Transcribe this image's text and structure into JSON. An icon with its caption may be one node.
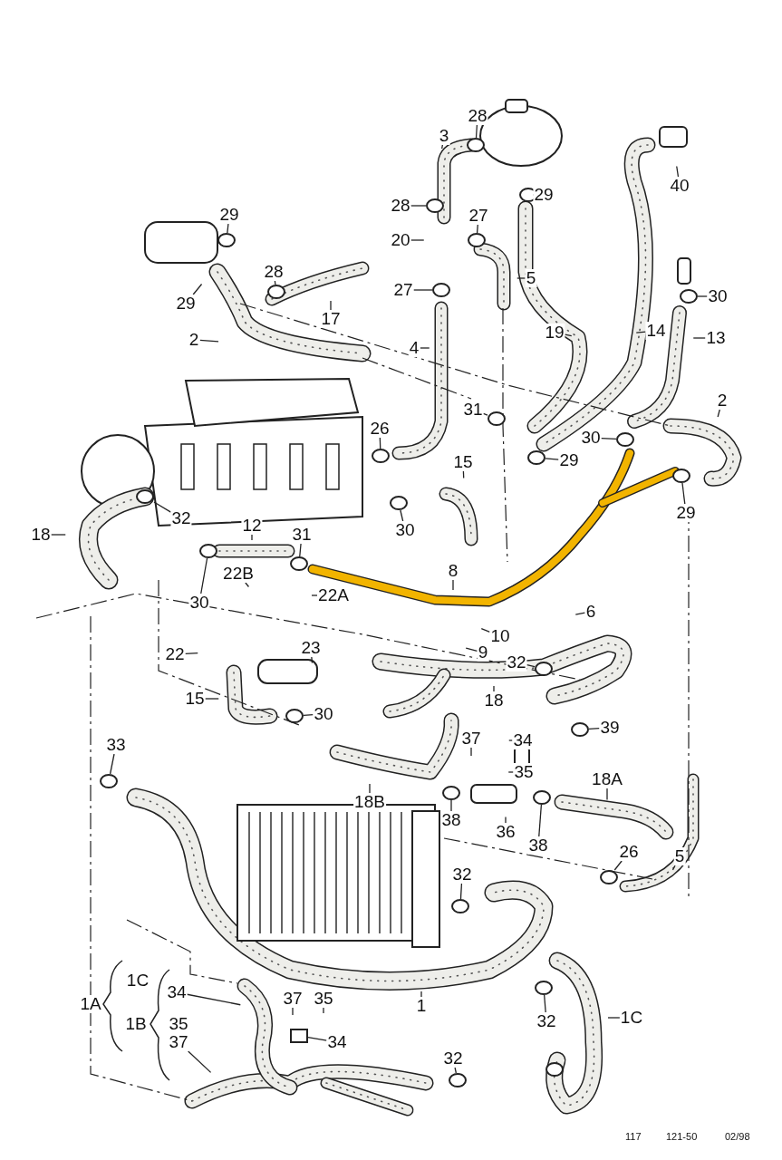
{
  "diagram": {
    "nodes": [
      {
        "text": [
          "28"
        ]
      },
      {
        "text": [
          "3"
        ]
      },
      {
        "text": [
          "40"
        ]
      },
      {
        "text": [
          "29"
        ]
      },
      {
        "text": [
          "28"
        ]
      },
      {
        "text": [
          "29"
        ]
      },
      {
        "text": [
          "27"
        ]
      },
      {
        "text": [
          "20"
        ]
      },
      {
        "text": [
          "28"
        ]
      },
      {
        "text": [
          "27"
        ]
      },
      {
        "text": [
          "5"
        ]
      },
      {
        "text": [
          "30"
        ]
      },
      {
        "text": [
          "29"
        ]
      },
      {
        "text": [
          "17"
        ]
      },
      {
        "text": [
          "19"
        ]
      },
      {
        "text": [
          "14"
        ]
      },
      {
        "text": [
          "13"
        ]
      },
      {
        "text": [
          "2"
        ]
      },
      {
        "text": [
          "4"
        ]
      },
      {
        "text": [
          "2"
        ]
      },
      {
        "text": [
          "31"
        ]
      },
      {
        "text": [
          "26"
        ]
      },
      {
        "text": [
          "30"
        ]
      },
      {
        "text": [
          "29"
        ]
      },
      {
        "text": [
          "15"
        ]
      },
      {
        "text": [
          "29"
        ]
      },
      {
        "text": [
          "32"
        ]
      },
      {
        "text": [
          "30"
        ]
      },
      {
        "text": [
          "12"
        ]
      },
      {
        "text": [
          "18"
        ]
      },
      {
        "text": [
          "31"
        ]
      },
      {
        "text": [
          "8"
        ]
      },
      {
        "text": [
          "22B"
        ]
      },
      {
        "text": [
          "22A"
        ]
      },
      {
        "text": [
          "30"
        ]
      },
      {
        "text": [
          "6"
        ]
      },
      {
        "text": [
          "10"
        ]
      },
      {
        "text": [
          "23"
        ]
      },
      {
        "text": [
          "9"
        ]
      },
      {
        "text": [
          "22"
        ]
      },
      {
        "text": [
          "32"
        ]
      },
      {
        "text": [
          "15"
        ]
      },
      {
        "text": [
          "18"
        ]
      },
      {
        "text": [
          "30"
        ]
      },
      {
        "text": [
          "39"
        ]
      },
      {
        "text": [
          "37"
        ]
      },
      {
        "text": [
          "34"
        ]
      },
      {
        "text": [
          "33"
        ]
      },
      {
        "text": [
          "35"
        ]
      },
      {
        "text": [
          "18A"
        ]
      },
      {
        "text": [
          "18B"
        ]
      },
      {
        "text": [
          "38"
        ]
      },
      {
        "text": [
          "36"
        ]
      },
      {
        "text": [
          "38"
        ]
      },
      {
        "text": [
          "26"
        ]
      },
      {
        "text": [
          "5"
        ]
      },
      {
        "text": [
          "32"
        ]
      },
      {
        "text": [
          "1C"
        ]
      },
      {
        "text": [
          "1A"
        ]
      },
      {
        "text": [
          "37"
        ]
      },
      {
        "text": [
          "35"
        ]
      },
      {
        "text": [
          "34"
        ]
      },
      {
        "text": [
          "1"
        ]
      },
      {
        "text": [
          "1C"
        ]
      },
      {
        "text": [
          "32"
        ]
      },
      {
        "text": [
          "1B"
        ]
      },
      {
        "text": [
          "35"
        ]
      },
      {
        "text": [
          "34"
        ]
      },
      {
        "text": [
          "37"
        ]
      },
      {
        "text": [
          "32"
        ]
      },
      {
        "text": [],
        "shape": "circle"
      },
      {
        "text": [],
        "shape": "circle"
      },
      {
        "text": [],
        "shape": "circle"
      },
      {
        "text": [],
        "shape": "circle"
      },
      {
        "text": [],
        "shape": "circle"
      },
      {
        "text": [],
        "shape": "circle"
      },
      {
        "text": [],
        "shape": "circle"
      },
      {
        "text": [],
        "shape": "circle"
      },
      {
        "text": [],
        "shape": "circle"
      },
      {
        "text": [],
        "shape": "circle"
      },
      {
        "text": [],
        "shape": "circle"
      },
      {
        "text": [],
        "shape": "circle"
      },
      {
        "text": [],
        "shape": "circle"
      },
      {
        "text": [],
        "shape": "circle"
      },
      {
        "text": [],
        "shape": "circle"
      },
      {
        "text": [],
        "shape": "circle"
      },
      {
        "text": [],
        "shape": "circle"
      },
      {
        "text": [],
        "shape": "circle"
      },
      {
        "text": [],
        "shape": "circle"
      },
      {
        "text": [],
        "shape": "circle"
      },
      {
        "text": [],
        "shape": "circle"
      },
      {
        "text": [],
        "shape": "circle"
      },
      {
        "text": [],
        "shape": "circle"
      },
      {
        "text": [],
        "shape": "circle"
      },
      {
        "text": [],
        "shape": "circle"
      },
      {
        "text": [],
        "shape": "circle"
      },
      {
        "text": [],
        "shape": "circle"
      },
      {
        "text": [],
        "shape": "box"
      }
    ],
    "edges": [
      {
        "from": 0,
        "to": 70,
        "arrow": "none"
      },
      {
        "from": 1,
        "to": null,
        "arrow": "none"
      },
      {
        "from": 2,
        "to": null,
        "arrow": "none"
      },
      {
        "from": 3,
        "to": 71,
        "arrow": "none"
      },
      {
        "from": 4,
        "to": 72,
        "arrow": "none"
      },
      {
        "from": 5,
        "to": 73,
        "arrow": "none"
      },
      {
        "from": 6,
        "to": 74,
        "arrow": "none"
      },
      {
        "from": 7,
        "to": null,
        "arrow": "none"
      },
      {
        "from": 8,
        "to": 75,
        "arrow": "none"
      },
      {
        "from": 9,
        "to": 76,
        "arrow": "none"
      },
      {
        "from": 10,
        "to": null,
        "arrow": "none"
      },
      {
        "from": 11,
        "to": 77,
        "arrow": "none"
      },
      {
        "from": 12,
        "to": null,
        "arrow": "none"
      },
      {
        "from": 13,
        "to": null,
        "arrow": "none"
      },
      {
        "from": 14,
        "to": null,
        "arrow": "none"
      },
      {
        "from": 15,
        "to": null,
        "arrow": "none"
      },
      {
        "from": 16,
        "to": null,
        "arrow": "none"
      },
      {
        "from": 17,
        "to": null,
        "arrow": "none"
      },
      {
        "from": 18,
        "to": null,
        "arrow": "none"
      },
      {
        "from": 19,
        "to": null,
        "arrow": "none"
      },
      {
        "from": 20,
        "to": 78,
        "arrow": "none"
      },
      {
        "from": 21,
        "to": 79,
        "arrow": "none"
      },
      {
        "from": 22,
        "to": 80,
        "arrow": "none"
      },
      {
        "from": 23,
        "to": 81,
        "arrow": "none"
      },
      {
        "from": 24,
        "to": null,
        "arrow": "none"
      },
      {
        "from": 25,
        "to": 82,
        "arrow": "none"
      },
      {
        "from": 26,
        "to": 83,
        "arrow": "none"
      },
      {
        "from": 27,
        "to": 84,
        "arrow": "none"
      },
      {
        "from": 28,
        "to": null,
        "arrow": "none"
      },
      {
        "from": 29,
        "to": null,
        "arrow": "none"
      },
      {
        "from": 30,
        "to": 85,
        "arrow": "none"
      },
      {
        "from": 31,
        "to": null,
        "arrow": "none"
      },
      {
        "from": 32,
        "to": null,
        "arrow": "none"
      },
      {
        "from": 33,
        "to": null,
        "arrow": "none"
      },
      {
        "from": 34,
        "to": 86,
        "arrow": "none"
      },
      {
        "from": 35,
        "to": null,
        "arrow": "none"
      },
      {
        "from": 36,
        "to": null,
        "arrow": "none"
      },
      {
        "from": 37,
        "to": null,
        "arrow": "none"
      },
      {
        "from": 38,
        "to": null,
        "arrow": "none"
      },
      {
        "from": 39,
        "to": null,
        "arrow": "none"
      },
      {
        "from": 40,
        "to": 87,
        "arrow": "none"
      },
      {
        "from": 41,
        "to": null,
        "arrow": "none"
      },
      {
        "from": 42,
        "to": null,
        "arrow": "none"
      },
      {
        "from": 43,
        "to": 88,
        "arrow": "none"
      },
      {
        "from": 44,
        "to": 89,
        "arrow": "none"
      },
      {
        "from": 45,
        "to": null,
        "arrow": "none"
      },
      {
        "from": 46,
        "to": null,
        "arrow": "none"
      },
      {
        "from": 47,
        "to": 90,
        "arrow": "none"
      },
      {
        "from": 48,
        "to": null,
        "arrow": "none"
      },
      {
        "from": 49,
        "to": null,
        "arrow": "none"
      },
      {
        "from": 50,
        "to": null,
        "arrow": "none"
      },
      {
        "from": 51,
        "to": 91,
        "arrow": "none"
      },
      {
        "from": 52,
        "to": null,
        "arrow": "none"
      },
      {
        "from": 53,
        "to": 92,
        "arrow": "none"
      },
      {
        "from": 54,
        "to": 93,
        "arrow": "none"
      },
      {
        "from": 55,
        "to": null,
        "arrow": "none"
      },
      {
        "from": 56,
        "to": 94,
        "arrow": "none"
      },
      {
        "from": 59,
        "to": null,
        "arrow": "none"
      },
      {
        "from": 60,
        "to": null,
        "arrow": "none"
      },
      {
        "from": 61,
        "to": null,
        "arrow": "none"
      },
      {
        "from": 62,
        "to": null,
        "arrow": "none"
      },
      {
        "from": 63,
        "to": null,
        "arrow": "none"
      },
      {
        "from": 64,
        "to": 95,
        "arrow": "none"
      },
      {
        "from": 67,
        "to": 97,
        "arrow": "none"
      },
      {
        "from": 68,
        "to": null,
        "arrow": "none"
      },
      {
        "from": 69,
        "to": 96,
        "arrow": "none"
      }
    ],
    "labels": [
      "117",
      "121-50",
      "02/98"
    ]
  }
}
